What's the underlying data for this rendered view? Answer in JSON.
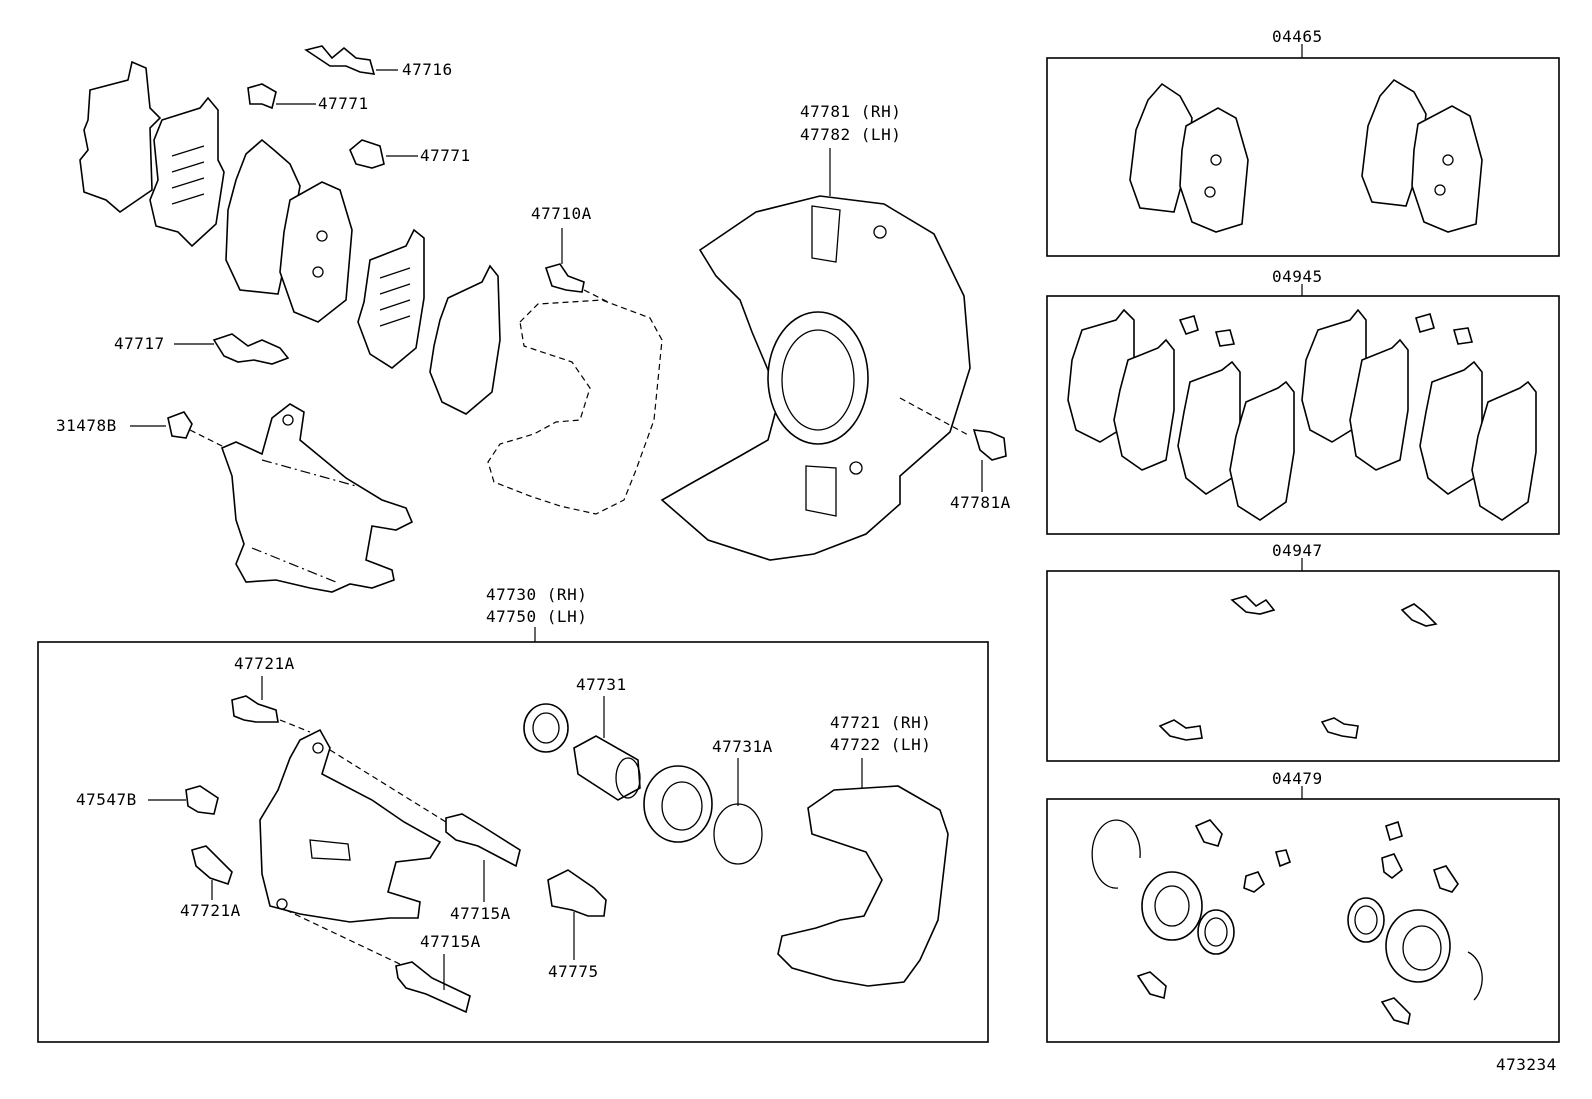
{
  "callouts": {
    "p47716": "47716",
    "p47771a": "47771",
    "p47771b": "47771",
    "p47717": "47717",
    "p31478B": "31478B",
    "p47710A": "47710A",
    "p47781_rh": "47781 (RH)",
    "p47782_lh": "47782 (LH)",
    "p47781A": "47781A",
    "p47730_rh": "47730 (RH)",
    "p47750_lh": "47750 (LH)",
    "p47721A_top": "47721A",
    "p47547B": "47547B",
    "p47721A_bot": "47721A",
    "p47715A_a": "47715A",
    "p47715A_b": "47715A",
    "p47731": "47731",
    "p47731A": "47731A",
    "p47775": "47775",
    "p47721_rh": "47721 (RH)",
    "p47722_lh": "47722 (LH)"
  },
  "kits": {
    "k04465": "04465",
    "k04945": "04945",
    "k04947": "04947",
    "k04479": "04479"
  },
  "figure_number": "473234"
}
